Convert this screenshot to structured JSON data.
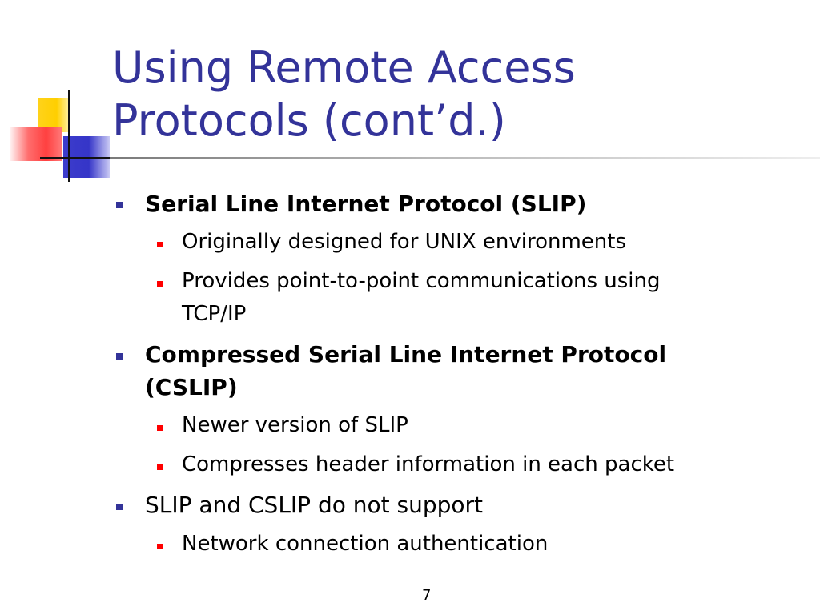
{
  "title": {
    "line1": "Using Remote Access",
    "line2": "Protocols (cont’d.)"
  },
  "bullets": [
    {
      "text_lines": [
        "Serial Line Internet Protocol (SLIP)"
      ],
      "bold": true,
      "sub": [
        {
          "text_lines": [
            "Originally designed for UNIX environments"
          ]
        },
        {
          "text_lines": [
            "Provides point-to-point communications using",
            "TCP/IP"
          ]
        }
      ]
    },
    {
      "text_lines": [
        "Compressed Serial Line Internet Protocol",
        "(CSLIP)"
      ],
      "bold": true,
      "sub": [
        {
          "text_lines": [
            "Newer version of SLIP"
          ]
        },
        {
          "text_lines": [
            "Compresses header information in each packet"
          ]
        }
      ]
    },
    {
      "text_lines": [
        "SLIP and CSLIP do not support"
      ],
      "bold": false,
      "sub": [
        {
          "text_lines": [
            "Network connection authentication"
          ]
        }
      ]
    }
  ],
  "page_number": "7",
  "colors": {
    "title": "#333399",
    "level1_bullet": "#333399",
    "level2_bullet": "#ff0000"
  }
}
